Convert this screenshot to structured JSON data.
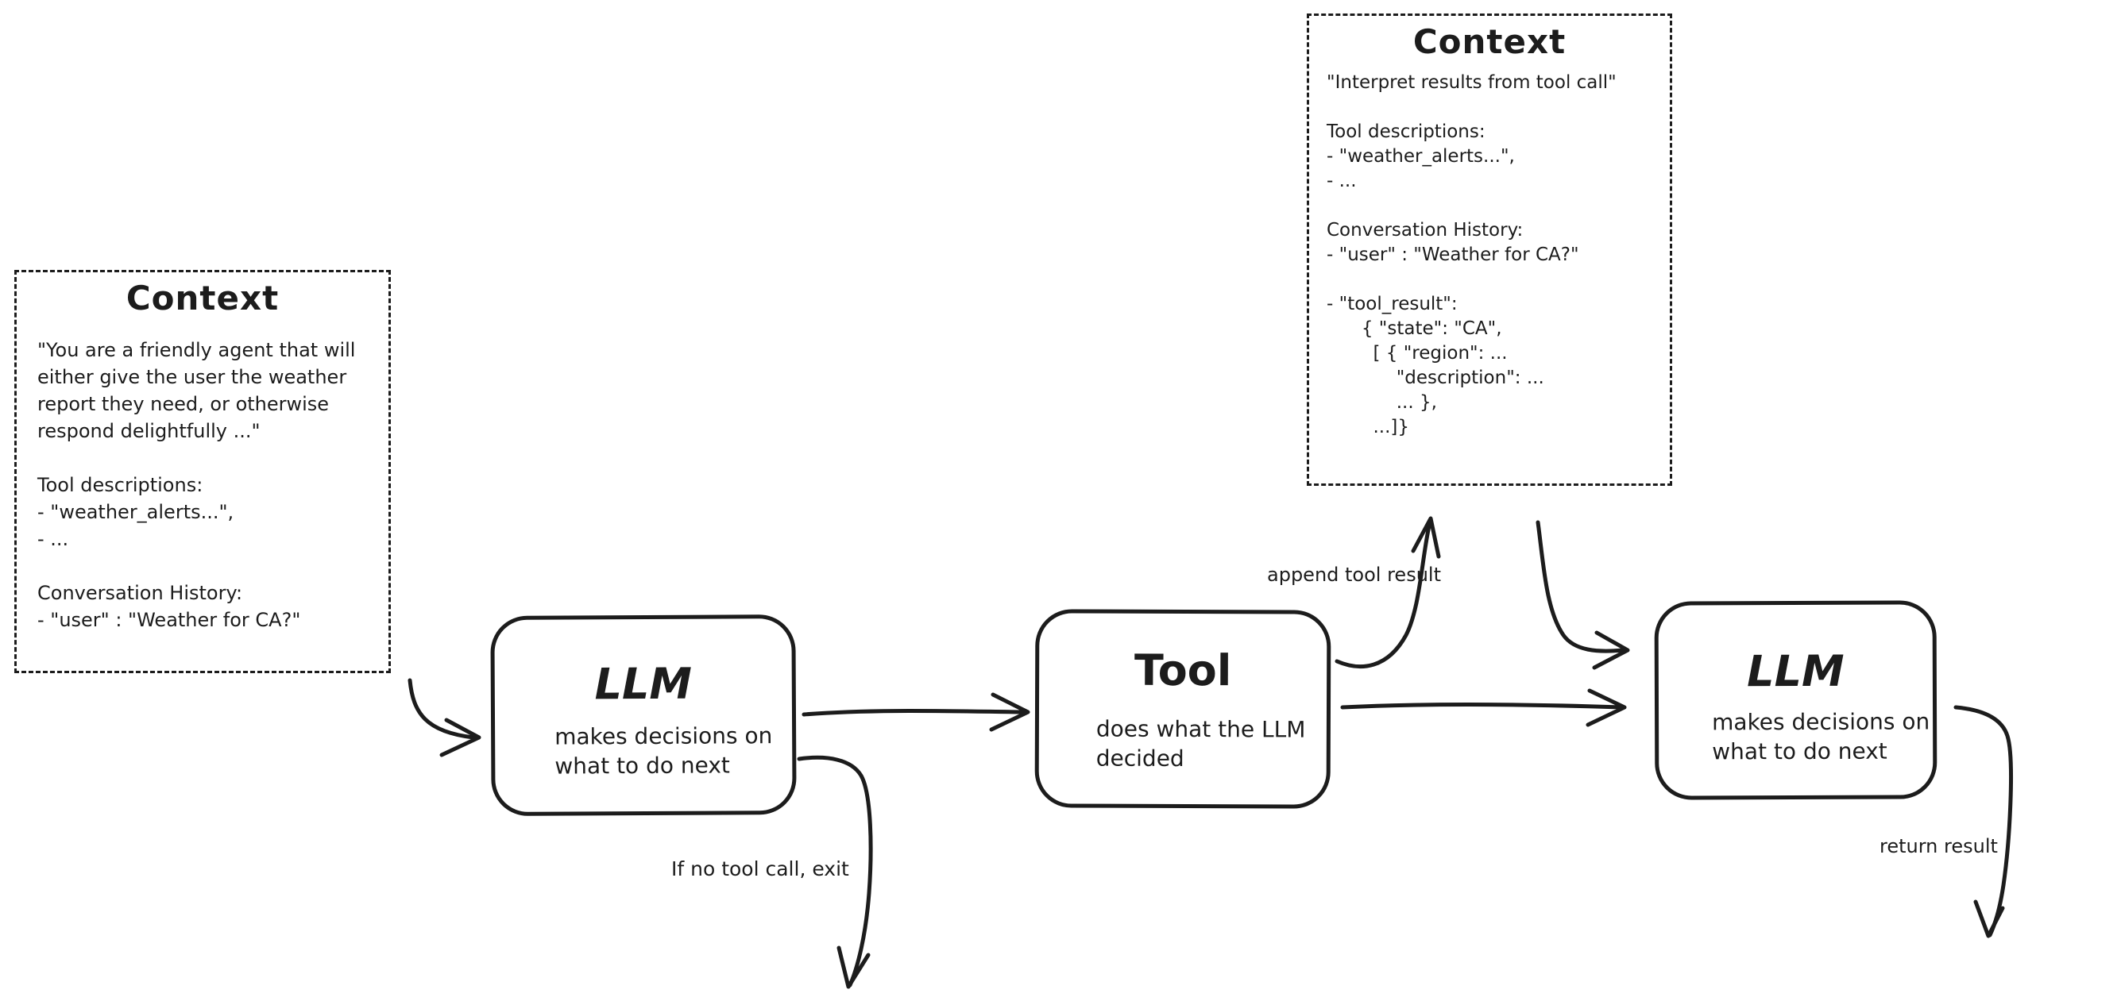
{
  "context_left": {
    "title": "Context",
    "body": "\"You are a friendly agent that will\neither give the user the weather\nreport they need, or otherwise\nrespond delightfully ...\"\n\nTool descriptions:\n- \"weather_alerts...\",\n- ...\n\nConversation History:\n- \"user\" : \"Weather for CA?\""
  },
  "context_top": {
    "title": "Context",
    "body": "\"Interpret results from tool call\"\n\nTool descriptions:\n- \"weather_alerts...\",\n- ...\n\nConversation History:\n- \"user\" : \"Weather for CA?\"\n\n- \"tool_result\":\n      { \"state\": \"CA\",\n        [ { \"region\": ...\n            \"description\": ...\n            ... },\n        ...]}"
  },
  "llm_1": {
    "title": "LLM",
    "subtitle": "makes decisions on\nwhat to do next"
  },
  "tool": {
    "title": "Tool",
    "subtitle": "does what the LLM\ndecided"
  },
  "llm_2": {
    "title": "LLM",
    "subtitle": "makes decisions on\nwhat to do next"
  },
  "labels": {
    "append_tool_result": "append tool result",
    "no_tool_call_exit": "If no tool call, exit",
    "return_result": "return result"
  },
  "colors": {
    "ink": "#1c1c1c",
    "background": "#ffffff"
  }
}
